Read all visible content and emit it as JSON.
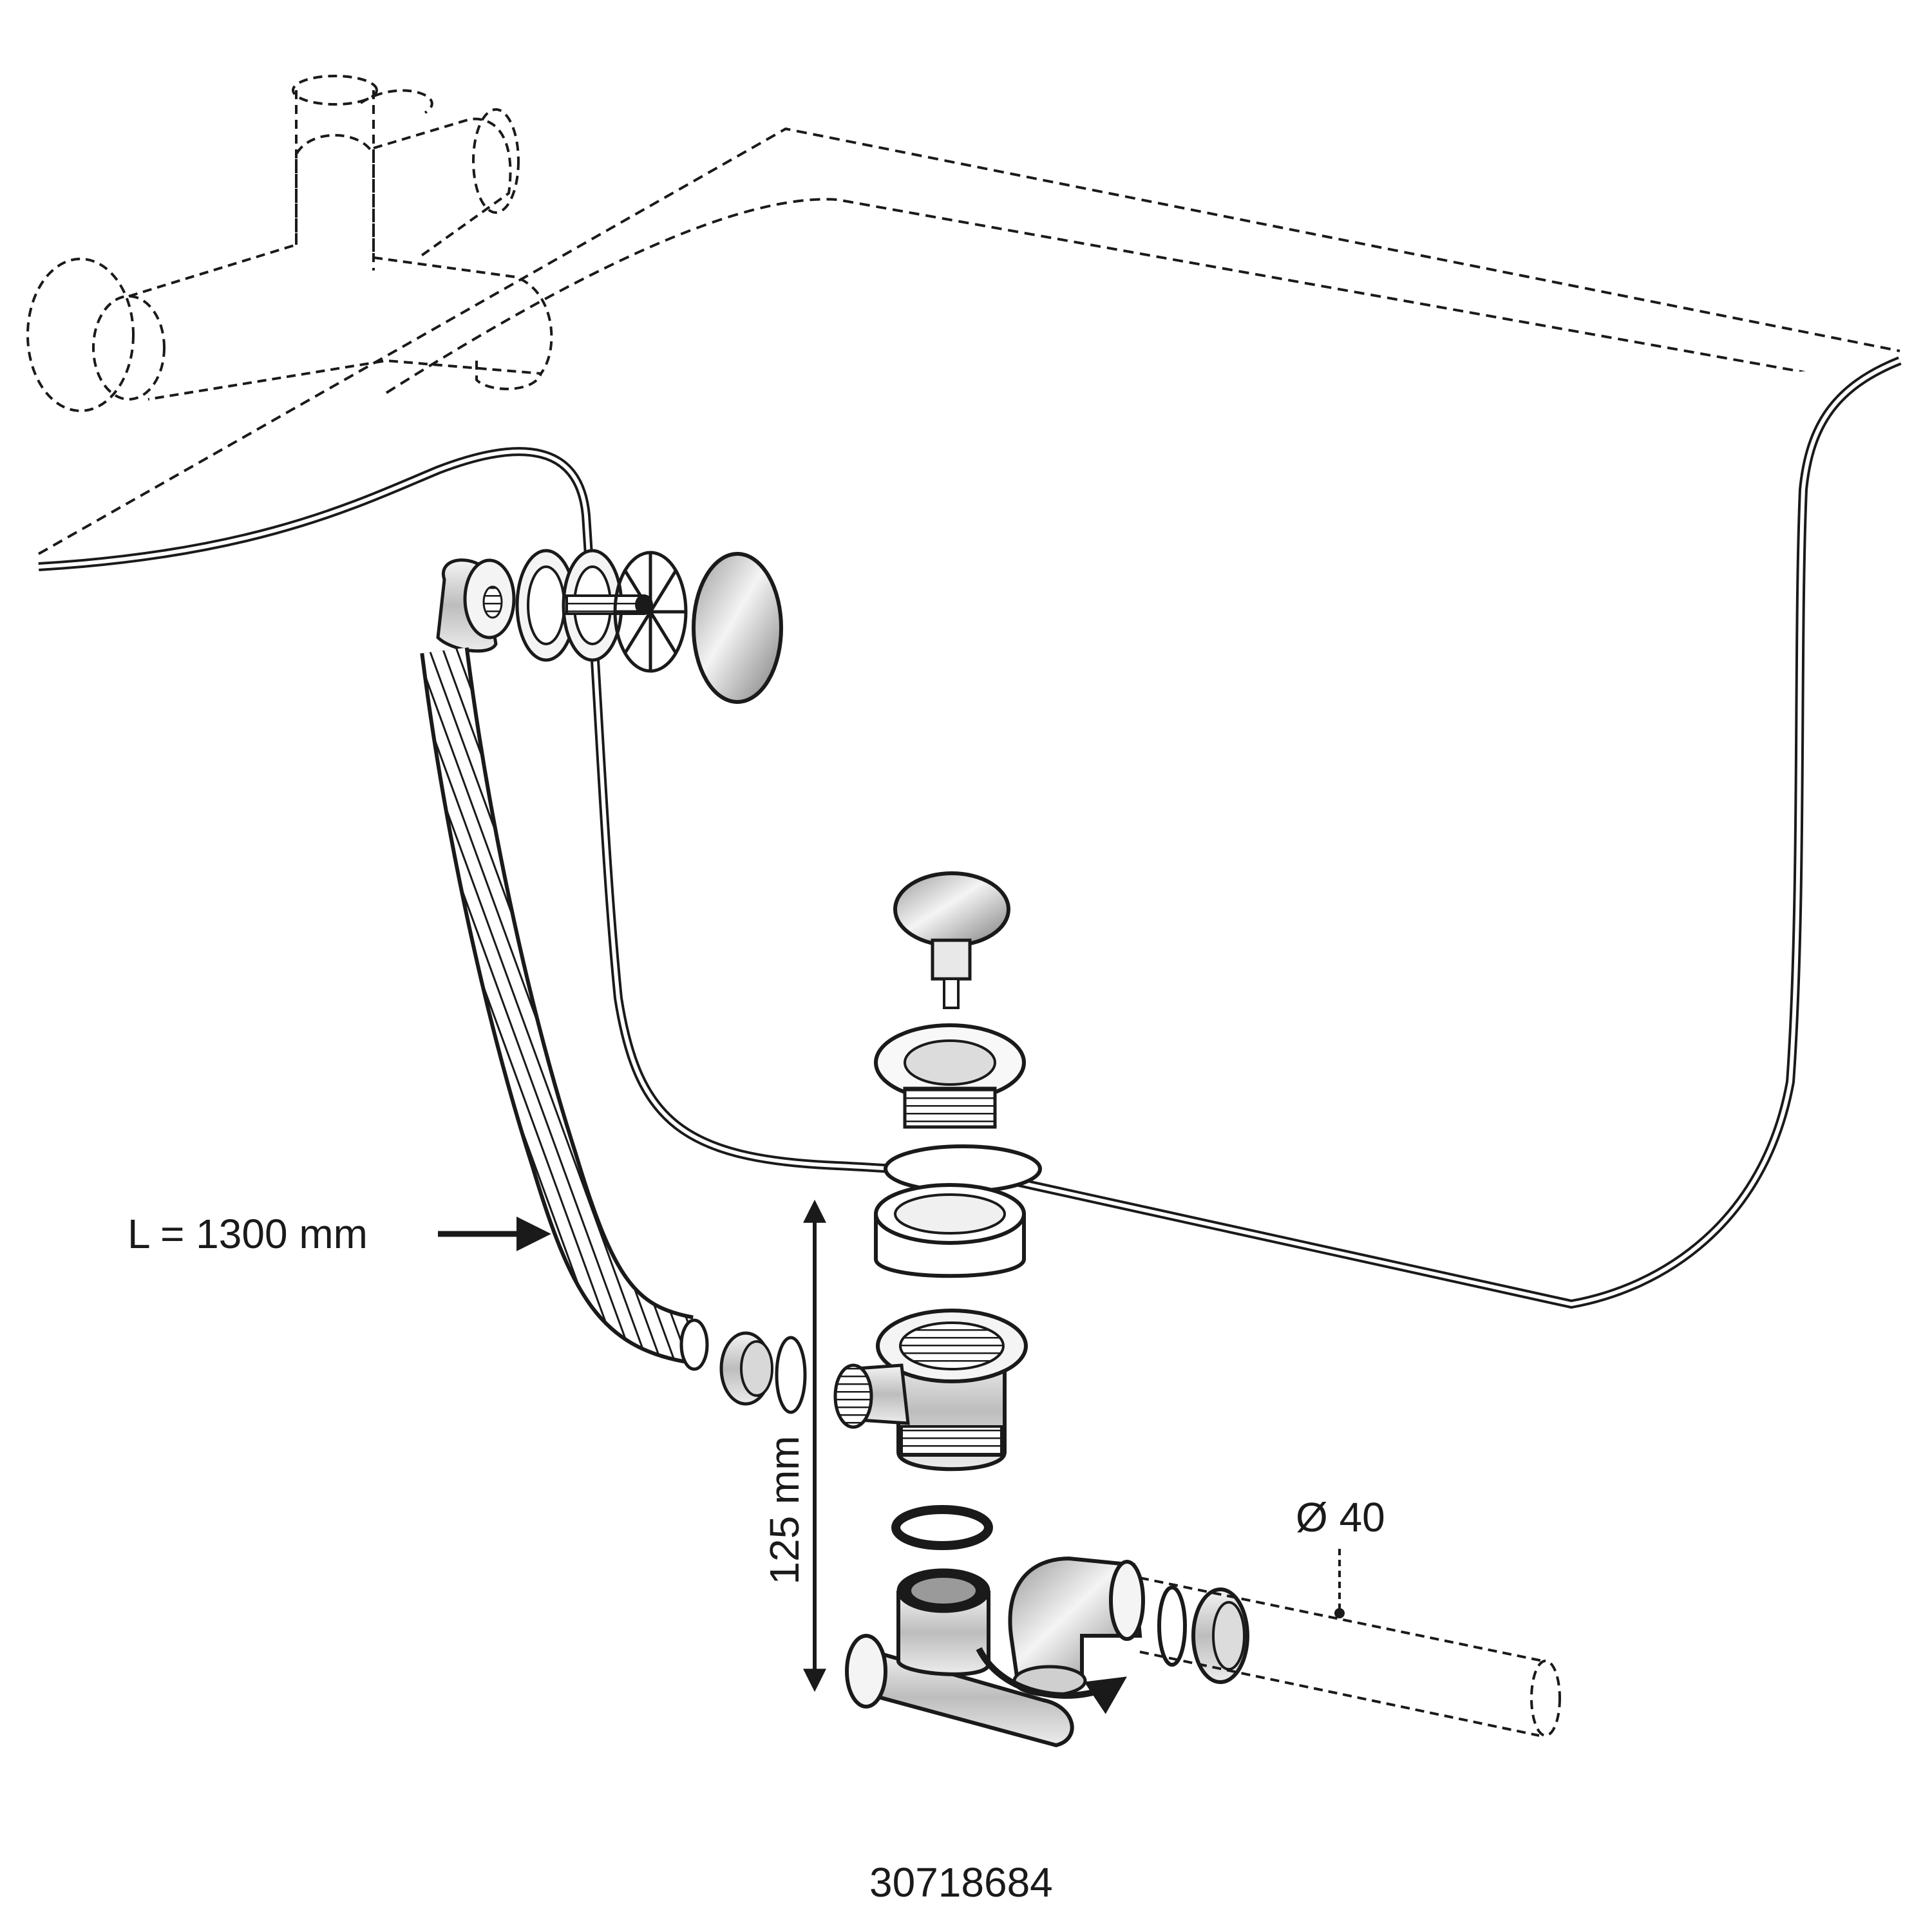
{
  "labels": {
    "hose_length": "L = 1300 mm",
    "height": "125 mm",
    "pipe_diameter": "Ø 40",
    "product_code": "30718684"
  },
  "colors": {
    "line": "#1a1a1a",
    "chrome_light": "#f2f2f2",
    "chrome_dark": "#8a8a8a",
    "background": "#ffffff"
  }
}
